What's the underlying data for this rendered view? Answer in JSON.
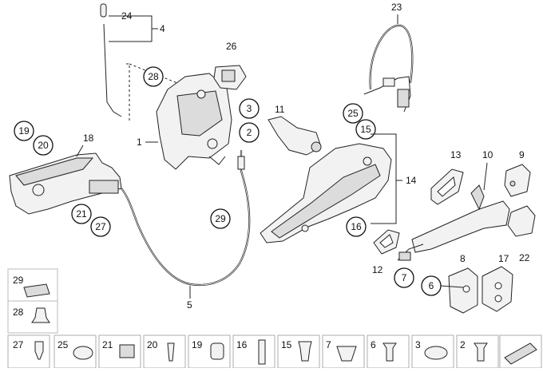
{
  "labels": {
    "p1": "1",
    "p2": "2",
    "p3": "3",
    "p4": "4",
    "p5": "5",
    "p7": "7",
    "p9": "9",
    "p10": "10",
    "p11": "11",
    "p12": "12",
    "p13": "13",
    "p14": "14",
    "p15": "15",
    "p16": "16",
    "p17": "17",
    "p18": "18",
    "p19": "19",
    "p20": "20",
    "p21": "21",
    "p22": "22",
    "p23": "23",
    "p24": "24",
    "p25": "25",
    "p26": "26",
    "p27": "27",
    "p28": "28",
    "p29": "29",
    "p6": "6",
    "p8": "8"
  },
  "legend": {
    "c29": "29",
    "c28": "28",
    "row": [
      "27",
      "25",
      "21",
      "20",
      "19",
      "16",
      "15",
      "7",
      "6",
      "3",
      "2"
    ]
  }
}
